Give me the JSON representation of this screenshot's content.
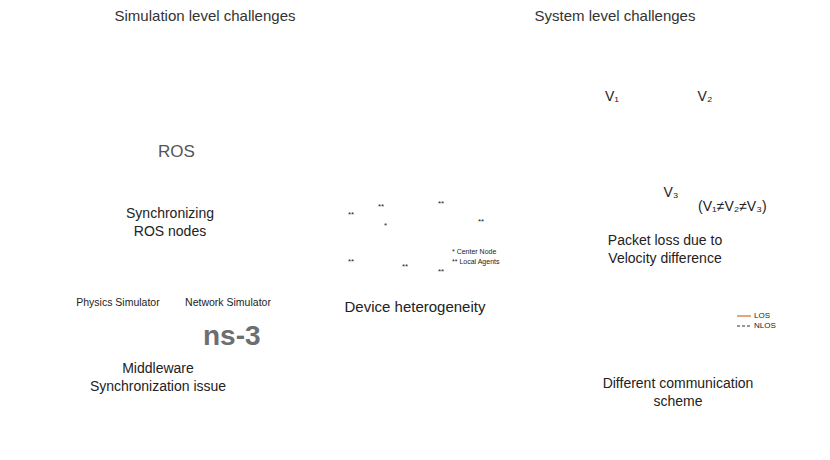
{
  "diagram": {
    "nodes": [
      {
        "text": [
          "Simulation level challenges"
        ]
      },
      {
        "text": [
          "System level challenges"
        ]
      },
      {
        "text": [
          "Synchronizing ROS nodes"
        ],
        "in": 0
      },
      {
        "text": [
          "Middleware Synchronization issue"
        ],
        "in": 0
      },
      {
        "text": [
          "* Center Node",
          "** Local Agents",
          "Device heterogeneity"
        ]
      },
      {
        "text": [
          "Packet loss due to Velocity difference"
        ],
        "in": 1
      },
      {
        "text": [
          "Different communication scheme"
        ],
        "in": 1
      }
    ],
    "labels": [
      "ROS",
      "Physics Simulator",
      "Network Simulator",
      "ns-3",
      "*",
      "**",
      "**",
      "**",
      "**",
      "**",
      "**",
      "**",
      "V₁",
      "V₂",
      "V₃",
      "(V₁≠V₂≠V₃)"
    ],
    "legend": [
      {
        "text": "LOS"
      },
      {
        "text": "NLOS"
      }
    ]
  }
}
